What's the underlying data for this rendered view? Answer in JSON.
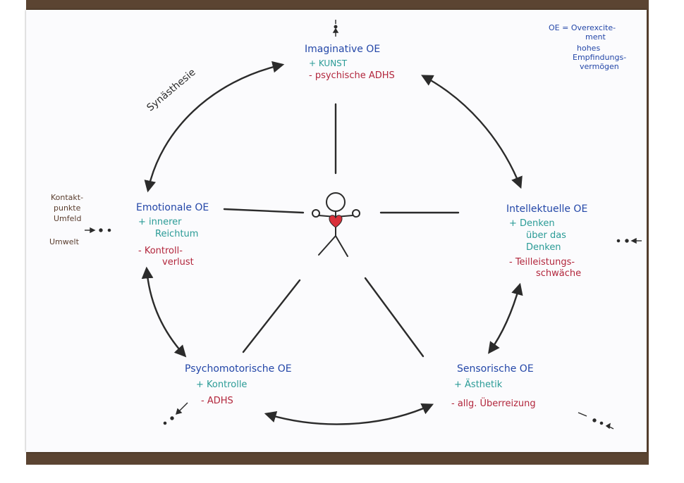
{
  "nodes": {
    "imaginative": {
      "title": "Imaginative OE",
      "plus": "+ KUNST",
      "minus": "- psychische ADHS"
    },
    "emotional": {
      "title": "Emotionale OE",
      "plus_1": "+ innerer",
      "plus_2": "Reichtum",
      "minus_1": "- Kontroll-",
      "minus_2": "verlust"
    },
    "intellectual": {
      "title": "Intellektuelle OE",
      "plus_1": "+ Denken",
      "plus_2": "über das",
      "plus_3": "Denken",
      "minus_1": "- Teilleistungs-",
      "minus_2": "schwäche"
    },
    "psychomotor": {
      "title": "Psychomotorische OE",
      "plus": "+ Kontrolle",
      "minus": "- ADHS"
    },
    "sensory": {
      "title": "Sensorische OE",
      "plus": "+ Ästhetik",
      "minus": "- allg. Überreizung"
    }
  },
  "edge_label": "Synästhesie",
  "legend": {
    "line_1": "OE = Overexcite-",
    "line_2": "ment",
    "line_3": "hohes",
    "line_4": "Empfindungs-",
    "line_5": "vermögen"
  },
  "context": {
    "line_1": "Kontakt-",
    "line_2": "punkte",
    "line_3": "Umfeld",
    "line_4": "Umwelt"
  },
  "colors": {
    "paper": "#fbfbfd",
    "ink": "#2b2b2b",
    "blue": "#2447a8",
    "teal": "#2a9b96",
    "red": "#b2263c",
    "heart": "#d9303a"
  }
}
